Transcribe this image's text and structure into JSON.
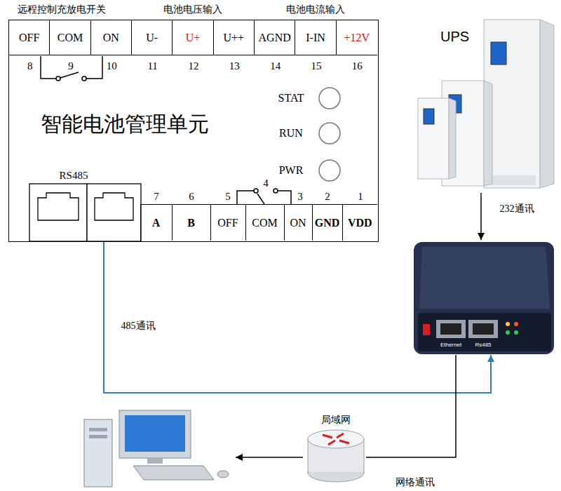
{
  "diagram": {
    "nodes": [
      {
        "text": [
          "智能电池管理单元"
        ]
      },
      {
        "text": [
          "OFF"
        ],
        "in": 0
      },
      {
        "text": [
          "COM"
        ],
        "in": 0
      },
      {
        "text": [
          "ON"
        ],
        "in": 0
      },
      {
        "text": [
          "U-"
        ],
        "in": 0
      },
      {
        "text": [
          "U+"
        ],
        "in": 0
      },
      {
        "text": [
          "U++"
        ],
        "in": 0
      },
      {
        "text": [
          "AGND"
        ],
        "in": 0
      },
      {
        "text": [
          "I-IN"
        ],
        "in": 0
      },
      {
        "text": [
          "+12V"
        ],
        "in": 0
      },
      {
        "text": [
          "A"
        ],
        "in": 0
      },
      {
        "text": [
          "B"
        ],
        "in": 0
      },
      {
        "text": [
          "OFF"
        ],
        "in": 0
      },
      {
        "text": [
          "COM"
        ],
        "in": 0
      },
      {
        "text": [
          "ON"
        ],
        "in": 0
      },
      {
        "text": [
          "GND"
        ],
        "in": 0
      },
      {
        "text": [
          "VDD"
        ],
        "in": 0
      },
      {
        "text": [
          "UPS"
        ]
      },
      {
        "text": [
          "Ethernet",
          "Rs485"
        ]
      },
      {
        "text": [
          "局域网"
        ]
      }
    ],
    "edges": [
      {
        "from": 17,
        "to": 18,
        "arrow": "to",
        "label": "232通讯"
      },
      {
        "from": 0,
        "to": 18,
        "arrow": "to",
        "label": "485通讯"
      },
      {
        "from": 18,
        "to": 19,
        "arrow": "none",
        "label": "网络通讯"
      }
    ],
    "labels": [
      "远程控制充放电开关",
      "电池电压输入",
      "电池电流输入",
      "8",
      "9",
      "10",
      "11",
      "12",
      "13",
      "14",
      "15",
      "16",
      "STAT",
      "RUN",
      "PWR",
      "RS485",
      "7",
      "6",
      "5",
      "4",
      "3",
      "2",
      "1"
    ]
  }
}
